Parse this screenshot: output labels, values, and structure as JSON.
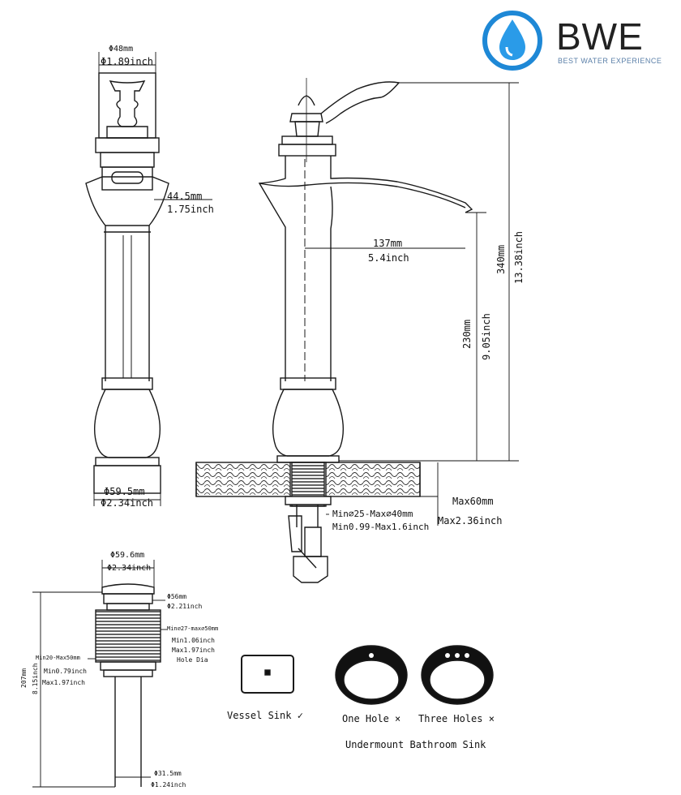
{
  "brand": {
    "name": "BWE",
    "tagline": "BEST WATER EXPERIENCE",
    "color_ring": "#1e88d6",
    "color_drop": "#2a9be8"
  },
  "top_view": {
    "head_diameter_mm": "Φ48mm",
    "head_diameter_in": "Φ1.89inch",
    "neck_width_mm": "44.5mm",
    "neck_width_in": "1.75inch",
    "base_diameter_mm": "Φ59.5mm",
    "base_diameter_in": "Φ2.34inch"
  },
  "side_view": {
    "spout_reach_mm": "137mm",
    "spout_reach_in": "5.4inch",
    "spout_height_mm": "230mm",
    "spout_height_in": "9.05inch",
    "total_height_mm": "340mm",
    "total_height_in": "13.38inch",
    "counter_max_mm": "Max60mm",
    "counter_max_in": "Max2.36inch",
    "hole_range_mm": "Min⌀25-Max⌀40mm",
    "hole_range_in": "Min0.99-Max1.6inch"
  },
  "drain": {
    "top_diameter_mm": "Φ59.6mm",
    "top_diameter_in": "Φ2.34inch",
    "cap_mm": "Φ56mm",
    "cap_in": "Φ2.21inch",
    "thread_range_mm": "Min⌀27-max⌀50mm",
    "thread_min_in": "Min1.06inch",
    "thread_max_in": "Max1.97inch",
    "hole_note": "Hole Dia",
    "body_range_mm": "Min20-Max50mm",
    "body_min_in": "Min0.79inch",
    "body_max_in": "Max1.97inch",
    "height_mm": "207mm",
    "height_in": "8.15inch",
    "bottom_mm": "Φ31.5mm",
    "bottom_in": "Φ1.24inch"
  },
  "sinks": {
    "vessel": "Vessel Sink ✓",
    "one_hole": "One Hole ×",
    "three_holes": "Three Holes ×",
    "undermount": "Undermount Bathroom Sink"
  }
}
